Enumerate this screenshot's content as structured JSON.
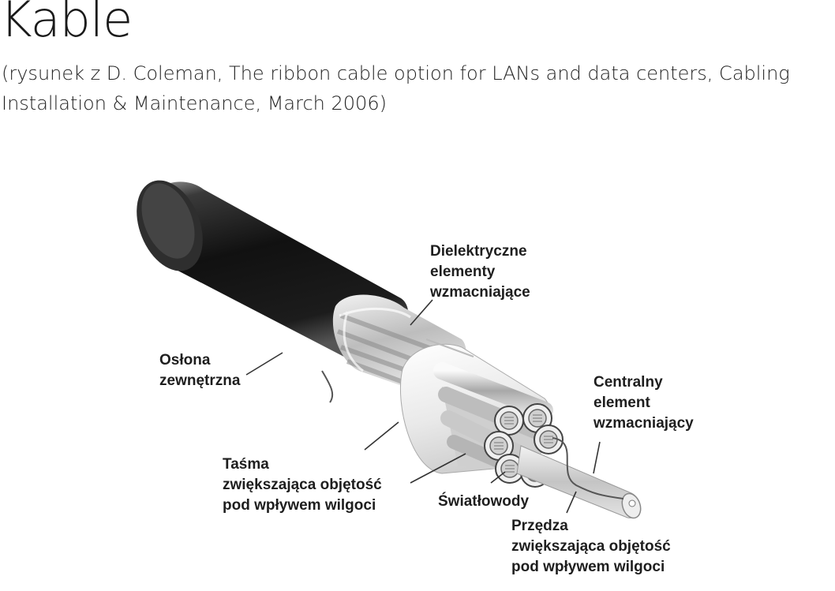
{
  "slide": {
    "title": "Kable",
    "citation_line1": "(rysunek z D. Coleman, The ribbon cable option for LANs and data centers, Cabling",
    "citation_line2": "Installation & Maintenance, March 2006)"
  },
  "diagram": {
    "labels": {
      "dielectric": [
        "Dielektryczne",
        "elementy",
        "wzmacniające"
      ],
      "sheath": [
        "Osłona",
        "zewnętrzna"
      ],
      "central": [
        "Centralny",
        "element",
        "wzmacniający"
      ],
      "tape": [
        "Taśma",
        "zwiększająca objętość",
        "pod wpływem wilgoci"
      ],
      "fibers": [
        "Światłowody"
      ],
      "yarn": [
        "Przędza",
        "zwiększająca objętość",
        "pod wpływem wilgoci"
      ]
    }
  }
}
